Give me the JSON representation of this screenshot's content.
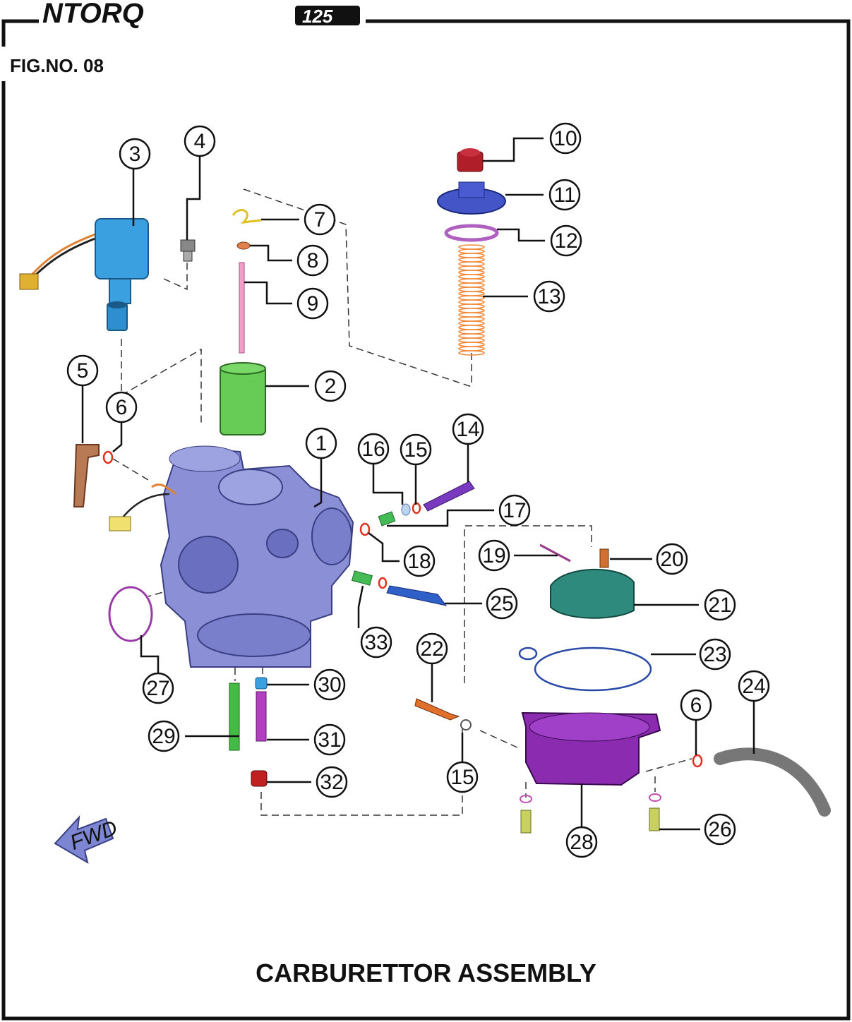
{
  "header": {
    "logo_text": "NTORQ",
    "logo_badge": "125",
    "figure_number": "FIG.NO. 08"
  },
  "caption": "CARBURETTOR ASSEMBLY",
  "fwd_label": "FWD",
  "callouts": [
    "1",
    "2",
    "3",
    "4",
    "5",
    "6",
    "7",
    "8",
    "9",
    "10",
    "11",
    "12",
    "13",
    "14",
    "15",
    "16",
    "17",
    "18",
    "19",
    "20",
    "21",
    "22",
    "23",
    "24",
    "6",
    "25",
    "26",
    "27",
    "28",
    "29",
    "30",
    "31",
    "15",
    "32",
    "33"
  ],
  "colors": {
    "border": "#111111",
    "carburettor_body": "#8a8fd6",
    "solenoid": "#3aa0e0",
    "piston": "#66cc55",
    "float_bowl": "#8a2bb0",
    "float": "#2f8a7e",
    "cap": "#4455c8",
    "spring": "#f08a3a",
    "fwd_arrow": "#7d86d2"
  }
}
